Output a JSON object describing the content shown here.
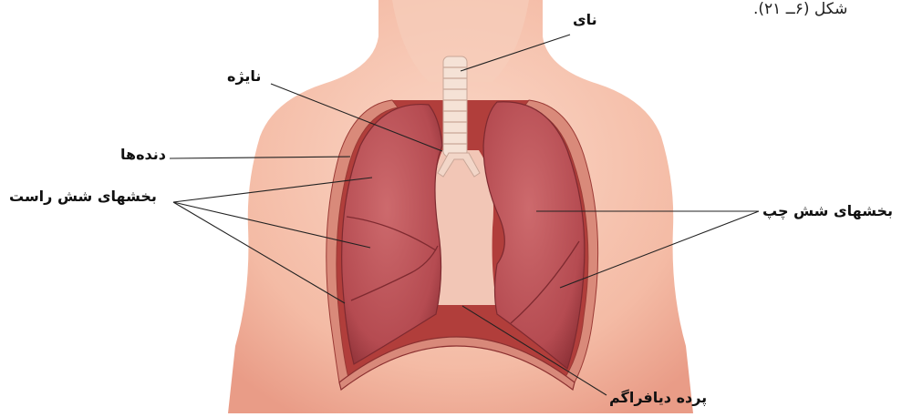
{
  "caption": "شکل (۶ــ ۲۱).",
  "labels": {
    "trachea": "نای",
    "bronchus": "نایژه",
    "ribs": "دنده‌ها",
    "right_lung_lobes": "بخشهای شش راست",
    "left_lung_lobes": "بخشهای شش چپ",
    "diaphragm": "پرده دیافراگم"
  },
  "colors": {
    "skin": "#f6c7b2",
    "skin_shadow": "#e79a86",
    "cavity": "#b3413c",
    "lung": "#c0555a",
    "lung_dark": "#9c3a3f",
    "trachea": "#f3ddd0",
    "leader_line": "#222222"
  }
}
